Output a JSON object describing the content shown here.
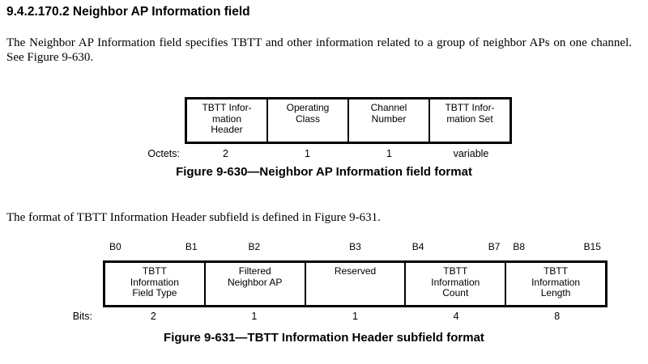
{
  "document": {
    "heading": "9.4.2.170.2 Neighbor AP Information field",
    "paragraph_1": "The Neighbor AP Information field specifies TBTT and other information related to a group of neighbor APs on one channel. See Figure 9-630.",
    "paragraph_2": "The format of TBTT Information Header subfield is defined in Figure 9-631."
  },
  "figure_630": {
    "caption": "Figure 9-630—Neighbor AP Information field format",
    "size_unit_label": "Octets:",
    "cells": [
      {
        "label": "TBTT Infor-\nmation\nHeader",
        "size": "2"
      },
      {
        "label": "Operating\nClass",
        "size": "1"
      },
      {
        "label": "Channel\nNumber",
        "size": "1"
      },
      {
        "label": "TBTT Infor-\nmation Set",
        "size": "variable"
      }
    ]
  },
  "figure_631": {
    "caption": "Figure 9-631—TBTT Information Header subfield format",
    "size_unit_label": "Bits:",
    "cells": [
      {
        "bit_start": "B0",
        "bit_end": "B1",
        "label": "TBTT\nInformation\nField Type",
        "size": "2"
      },
      {
        "bit_center": "B2",
        "label": "Filtered\nNeighbor AP",
        "size": "1"
      },
      {
        "bit_center": "B3",
        "label": "Reserved",
        "size": "1"
      },
      {
        "bit_start": "B4",
        "bit_end": "B7",
        "label": "TBTT\nInformation\nCount",
        "size": "4"
      },
      {
        "bit_start": "B8",
        "bit_end": "B15",
        "label": "TBTT\nInformation\nLength",
        "size": "8"
      }
    ]
  }
}
